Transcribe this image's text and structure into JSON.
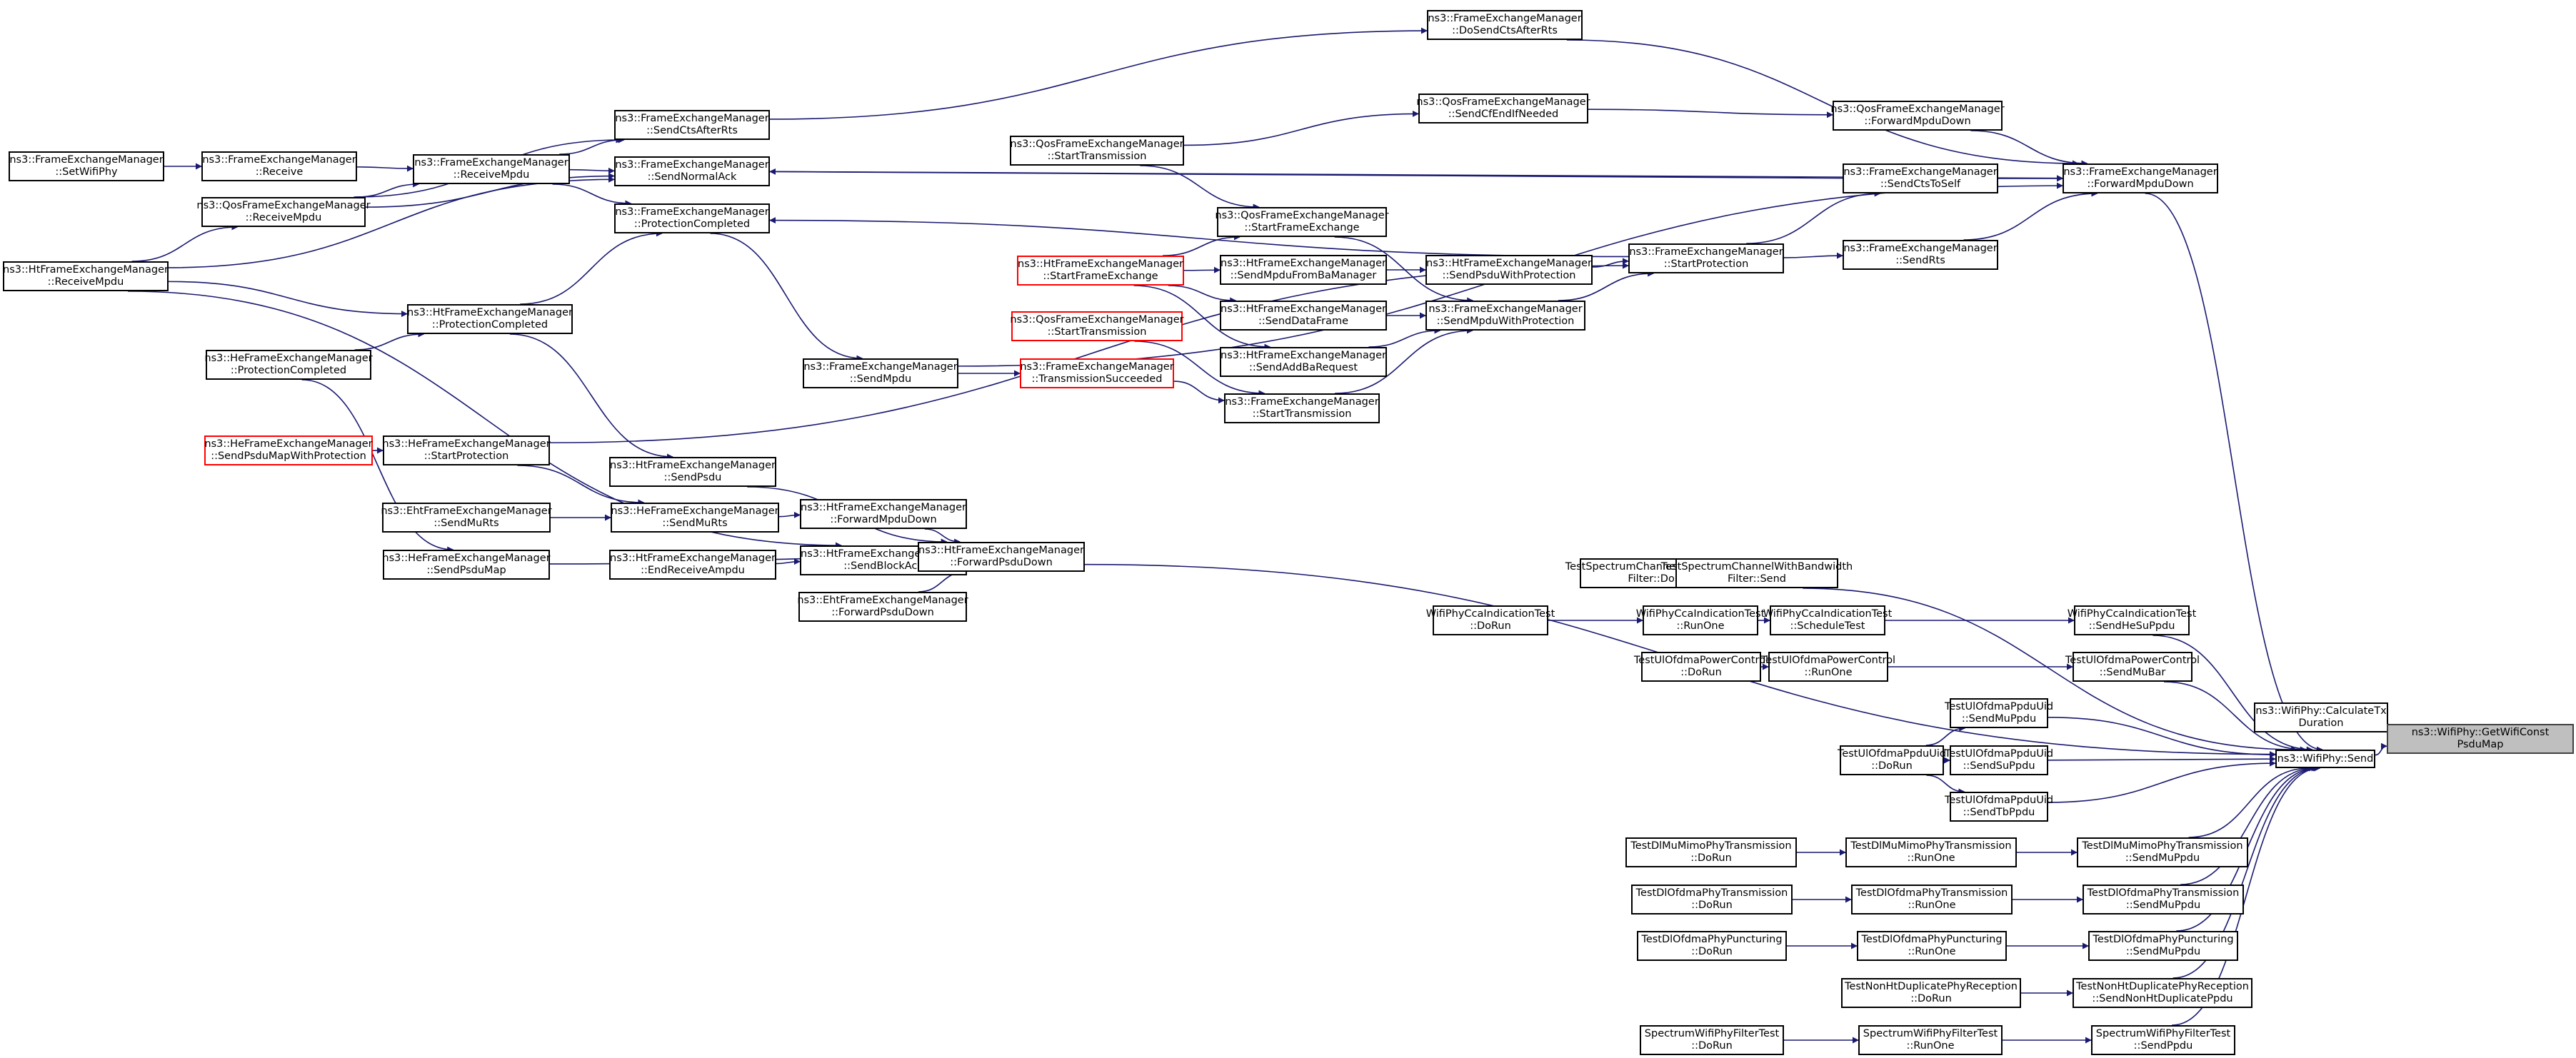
{
  "title": "ns3::WifiPhy::GetWifiConstPsduMap caller graph",
  "colors": {
    "edge": "#191970",
    "node_border": "#000000",
    "highlight_border": "#ff0000",
    "root_fill": "#bfbfbf"
  },
  "nodes": [
    {
      "id": "fem_setwifiphy",
      "l1": "ns3::FrameExchangeManager",
      "l2": "::SetWifiPhy",
      "style": "normal"
    },
    {
      "id": "fem_receive",
      "l1": "ns3::FrameExchangeManager",
      "l2": "::Receive",
      "style": "normal"
    },
    {
      "id": "qos_receivempdu",
      "l1": "ns3::QosFrameExchangeManager",
      "l2": "::ReceiveMpdu",
      "style": "normal"
    },
    {
      "id": "ht_receivempdu",
      "l1": "ns3::HtFrameExchangeManager",
      "l2": "::ReceiveMpdu",
      "style": "normal"
    },
    {
      "id": "fem_receivempdu",
      "l1": "ns3::FrameExchangeManager",
      "l2": "::ReceiveMpdu",
      "style": "normal"
    },
    {
      "id": "fem_sendctsafterrts",
      "l1": "ns3::FrameExchangeManager",
      "l2": "::SendCtsAfterRts",
      "style": "normal"
    },
    {
      "id": "fem_sendnormalack",
      "l1": "ns3::FrameExchangeManager",
      "l2": "::SendNormalAck",
      "style": "normal"
    },
    {
      "id": "fem_protectioncompleted",
      "l1": "ns3::FrameExchangeManager",
      "l2": "::ProtectionCompleted",
      "style": "normal"
    },
    {
      "id": "ht_protectioncompleted",
      "l1": "ns3::HtFrameExchangeManager",
      "l2": "::ProtectionCompleted",
      "style": "normal"
    },
    {
      "id": "he_protectioncompleted",
      "l1": "ns3::HeFrameExchangeManager",
      "l2": "::ProtectionCompleted",
      "style": "normal"
    },
    {
      "id": "he_sendpsdumapwithprotection",
      "l1": "ns3::HeFrameExchangeManager",
      "l2": "::SendPsduMapWithProtection",
      "style": "red"
    },
    {
      "id": "he_startprotection",
      "l1": "ns3::HeFrameExchangeManager",
      "l2": "::StartProtection",
      "style": "normal"
    },
    {
      "id": "eht_sendmurts",
      "l1": "ns3::EhtFrameExchangeManager",
      "l2": "::SendMuRts",
      "style": "normal"
    },
    {
      "id": "he_sendpsdumap",
      "l1": "ns3::HeFrameExchangeManager",
      "l2": "::SendPsduMap",
      "style": "normal"
    },
    {
      "id": "ht_sendpsdu",
      "l1": "ns3::HtFrameExchangeManager",
      "l2": "::SendPsdu",
      "style": "normal"
    },
    {
      "id": "he_sendmurts",
      "l1": "ns3::HeFrameExchangeManager",
      "l2": "::SendMuRts",
      "style": "normal"
    },
    {
      "id": "ht_endreceiveampdu",
      "l1": "ns3::HtFrameExchangeManager",
      "l2": "::EndReceiveAmpdu",
      "style": "normal"
    },
    {
      "id": "fem_sendmpdu",
      "l1": "ns3::FrameExchangeManager",
      "l2": "::SendMpdu",
      "style": "normal"
    },
    {
      "id": "ht_forwardmpdudown",
      "l1": "ns3::HtFrameExchangeManager",
      "l2": "::ForwardMpduDown",
      "style": "normal"
    },
    {
      "id": "ht_sendblockack",
      "l1": "ns3::HtFrameExchangeManager",
      "l2": "::SendBlockAck",
      "style": "normal"
    },
    {
      "id": "eht_forwardpsdudown",
      "l1": "ns3::EhtFrameExchangeManager",
      "l2": "::ForwardPsduDown",
      "style": "normal"
    },
    {
      "id": "ht_forwardpsdudown",
      "l1": "ns3::HtFrameExchangeManager",
      "l2": "::ForwardPsduDown",
      "style": "normal"
    },
    {
      "id": "qos_starttransmission_top",
      "l1": "ns3::QosFrameExchangeManager",
      "l2": "::StartTransmission",
      "style": "normal"
    },
    {
      "id": "ht_startframeexchange",
      "l1": "ns3::HtFrameExchangeManager",
      "l2": "::StartFrameExchange",
      "style": "red"
    },
    {
      "id": "qos_starttransmission_red",
      "l1": "ns3::QosFrameExchangeManager",
      "l2": "::StartTransmission",
      "style": "red"
    },
    {
      "id": "fem_transmissionsucceeded",
      "l1": "ns3::FrameExchangeManager",
      "l2": "::TransmissionSucceeded",
      "style": "red"
    },
    {
      "id": "qos_startframeexchange",
      "l1": "ns3::QosFrameExchangeManager",
      "l2": "::StartFrameExchange",
      "style": "normal"
    },
    {
      "id": "ht_sendmpdufrombamanager",
      "l1": "ns3::HtFrameExchangeManager",
      "l2": "::SendMpduFromBaManager",
      "style": "normal"
    },
    {
      "id": "ht_senddataframe",
      "l1": "ns3::HtFrameExchangeManager",
      "l2": "::SendDataFrame",
      "style": "normal"
    },
    {
      "id": "ht_sendaddbarequest",
      "l1": "ns3::HtFrameExchangeManager",
      "l2": "::SendAddBaRequest",
      "style": "normal"
    },
    {
      "id": "fem_starttransmission",
      "l1": "ns3::FrameExchangeManager",
      "l2": "::StartTransmission",
      "style": "normal"
    },
    {
      "id": "ht_sendpsduwithprotection",
      "l1": "ns3::HtFrameExchangeManager",
      "l2": "::SendPsduWithProtection",
      "style": "normal"
    },
    {
      "id": "fem_sendmpduwithprotection",
      "l1": "ns3::FrameExchangeManager",
      "l2": "::SendMpduWithProtection",
      "style": "normal"
    },
    {
      "id": "fem_dosendctsafterrts",
      "l1": "ns3::FrameExchangeManager",
      "l2": "::DoSendCtsAfterRts",
      "style": "normal"
    },
    {
      "id": "qos_sendcfendifneeded",
      "l1": "ns3::QosFrameExchangeManager",
      "l2": "::SendCfEndIfNeeded",
      "style": "normal"
    },
    {
      "id": "fem_startprotection",
      "l1": "ns3::FrameExchangeManager",
      "l2": "::StartProtection",
      "style": "normal"
    },
    {
      "id": "qos_forwardmpdudown",
      "l1": "ns3::QosFrameExchangeManager",
      "l2": "::ForwardMpduDown",
      "style": "normal"
    },
    {
      "id": "fem_sendctstoself",
      "l1": "ns3::FrameExchangeManager",
      "l2": "::SendCtsToSelf",
      "style": "normal"
    },
    {
      "id": "fem_sendrts",
      "l1": "ns3::FrameExchangeManager",
      "l2": "::SendRts",
      "style": "normal"
    },
    {
      "id": "fem_forwardmpdudown",
      "l1": "ns3::FrameExchangeManager",
      "l2": "::ForwardMpduDown",
      "style": "normal"
    },
    {
      "id": "tscwbf_dorun",
      "l1": "TestSpectrumChannelWithBandwidth",
      "l2": "Filter::DoRun",
      "style": "normal"
    },
    {
      "id": "tscwbf_send",
      "l1": "TestSpectrumChannelWithBandwidth",
      "l2": "Filter::Send",
      "style": "normal"
    },
    {
      "id": "cca_dorun",
      "l1": "WifiPhyCcaIndicationTest",
      "l2": "::DoRun",
      "style": "normal"
    },
    {
      "id": "cca_runone",
      "l1": "WifiPhyCcaIndicationTest",
      "l2": "::RunOne",
      "style": "normal"
    },
    {
      "id": "cca_scheduletest",
      "l1": "WifiPhyCcaIndicationTest",
      "l2": "::ScheduleTest",
      "style": "normal"
    },
    {
      "id": "cca_sendhesuppdu",
      "l1": "WifiPhyCcaIndicationTest",
      "l2": "::SendHeSuPpdu",
      "style": "normal"
    },
    {
      "id": "ulpc_dorun",
      "l1": "TestUlOfdmaPowerControl",
      "l2": "::DoRun",
      "style": "normal"
    },
    {
      "id": "ulpc_runone",
      "l1": "TestUlOfdmaPowerControl",
      "l2": "::RunOne",
      "style": "normal"
    },
    {
      "id": "ulpc_sendmubar",
      "l1": "TestUlOfdmaPowerControl",
      "l2": "::SendMuBar",
      "style": "normal"
    },
    {
      "id": "ulpu_dorun",
      "l1": "TestUlOfdmaPpduUid",
      "l2": "::DoRun",
      "style": "normal"
    },
    {
      "id": "ulpu_sendmuppdu",
      "l1": "TestUlOfdmaPpduUid",
      "l2": "::SendMuPpdu",
      "style": "normal"
    },
    {
      "id": "ulpu_sendsuppdu",
      "l1": "TestUlOfdmaPpduUid",
      "l2": "::SendSuPpdu",
      "style": "normal"
    },
    {
      "id": "ulpu_sendtbppdu",
      "l1": "TestUlOfdmaPpduUid",
      "l2": "::SendTbPpdu",
      "style": "normal"
    },
    {
      "id": "wifiphy_calctxduration",
      "l1": "ns3::WifiPhy::CalculateTx",
      "l2": "Duration",
      "style": "normal"
    },
    {
      "id": "wifiphy_send",
      "l1": "ns3::WifiPhy::Send",
      "l2": "",
      "style": "normal"
    },
    {
      "id": "root",
      "l1": "ns3::WifiPhy::GetWifiConst",
      "l2": "PsduMap",
      "style": "root"
    },
    {
      "id": "dlmimo_dorun",
      "l1": "TestDlMuMimoPhyTransmission",
      "l2": "::DoRun",
      "style": "normal"
    },
    {
      "id": "dlmimo_runone",
      "l1": "TestDlMuMimoPhyTransmission",
      "l2": "::RunOne",
      "style": "normal"
    },
    {
      "id": "dlmimo_sendmuppdu",
      "l1": "TestDlMuMimoPhyTransmission",
      "l2": "::SendMuPpdu",
      "style": "normal"
    },
    {
      "id": "dlofdma_dorun",
      "l1": "TestDlOfdmaPhyTransmission",
      "l2": "::DoRun",
      "style": "normal"
    },
    {
      "id": "dlofdma_runone",
      "l1": "TestDlOfdmaPhyTransmission",
      "l2": "::RunOne",
      "style": "normal"
    },
    {
      "id": "dlofdma_sendmuppdu",
      "l1": "TestDlOfdmaPhyTransmission",
      "l2": "::SendMuPpdu",
      "style": "normal"
    },
    {
      "id": "dlpunct_dorun",
      "l1": "TestDlOfdmaPhyPuncturing",
      "l2": "::DoRun",
      "style": "normal"
    },
    {
      "id": "dlpunct_runone",
      "l1": "TestDlOfdmaPhyPuncturing",
      "l2": "::RunOne",
      "style": "normal"
    },
    {
      "id": "dlpunct_sendmuppdu",
      "l1": "TestDlOfdmaPhyPuncturing",
      "l2": "::SendMuPpdu",
      "style": "normal"
    },
    {
      "id": "nonht_dorun",
      "l1": "TestNonHtDuplicatePhyReception",
      "l2": "::DoRun",
      "style": "normal"
    },
    {
      "id": "nonht_sendppdu",
      "l1": "TestNonHtDuplicatePhyReception",
      "l2": "::SendNonHtDuplicatePpdu",
      "style": "normal"
    },
    {
      "id": "swpft_dorun",
      "l1": "SpectrumWifiPhyFilterTest",
      "l2": "::DoRun",
      "style": "normal"
    },
    {
      "id": "swpft_runone",
      "l1": "SpectrumWifiPhyFilterTest",
      "l2": "::RunOne",
      "style": "normal"
    },
    {
      "id": "swpft_sendppdu",
      "l1": "SpectrumWifiPhyFilterTest",
      "l2": "::SendPpdu",
      "style": "normal"
    }
  ],
  "edges": [
    [
      "fem_setwifiphy",
      "fem_receive"
    ],
    [
      "fem_receive",
      "fem_receivempdu"
    ],
    [
      "qos_receivempdu",
      "fem_receivempdu"
    ],
    [
      "ht_receivempdu",
      "qos_receivempdu"
    ],
    [
      "ht_receivempdu",
      "fem_sendnormalack"
    ],
    [
      "ht_receivempdu",
      "ht_protectioncompleted"
    ],
    [
      "fem_receivempdu",
      "fem_sendctsafterrts"
    ],
    [
      "fem_receivempdu",
      "fem_sendnormalack"
    ],
    [
      "fem_receivempdu",
      "fem_protectioncompleted"
    ],
    [
      "qos_receivempdu",
      "fem_sendctsafterrts"
    ],
    [
      "qos_receivempdu",
      "fem_sendnormalack"
    ],
    [
      "fem_sendctsafterrts",
      "fem_dosendctsafterrts"
    ],
    [
      "fem_sendnormalack",
      "fem_forwardmpdudown"
    ],
    [
      "ht_protectioncompleted",
      "fem_protectioncompleted"
    ],
    [
      "he_protectioncompleted",
      "ht_protectioncompleted"
    ],
    [
      "fem_protectioncompleted",
      "fem_sendmpdu"
    ],
    [
      "ht_protectioncompleted",
      "ht_sendpsdu"
    ],
    [
      "he_protectioncompleted",
      "he_sendpsdumap"
    ],
    [
      "he_sendpsdumapwithprotection",
      "he_startprotection"
    ],
    [
      "he_startprotection",
      "fem_startprotection"
    ],
    [
      "he_startprotection",
      "he_sendmurts"
    ],
    [
      "eht_sendmurts",
      "he_sendmurts"
    ],
    [
      "ht_sendpsdu",
      "ht_forwardpsdudown"
    ],
    [
      "he_sendmurts",
      "ht_forwardmpdudown"
    ],
    [
      "ht_forwardmpdudown",
      "ht_forwardpsdudown"
    ],
    [
      "ht_endreceiveampdu",
      "ht_sendblockack"
    ],
    [
      "ht_receivempdu",
      "ht_sendblockack"
    ],
    [
      "ht_sendblockack",
      "ht_forwardpsdudown"
    ],
    [
      "eht_forwardpsdudown",
      "ht_forwardpsdudown"
    ],
    [
      "he_sendpsdumap",
      "ht_forwardpsdudown"
    ],
    [
      "fem_sendmpdu",
      "fem_transmissionsucceeded"
    ],
    [
      "fem_sendmpdu",
      "fem_forwardmpdudown"
    ],
    [
      "fem_transmissionsucceeded",
      "fem_starttransmission"
    ],
    [
      "qos_starttransmission_red",
      "fem_starttransmission"
    ],
    [
      "qos_starttransmission_top",
      "qos_sendcfendifneeded"
    ],
    [
      "qos_starttransmission_top",
      "qos_startframeexchange"
    ],
    [
      "ht_startframeexchange",
      "qos_startframeexchange"
    ],
    [
      "ht_startframeexchange",
      "ht_sendmpdufrombamanager"
    ],
    [
      "ht_startframeexchange",
      "ht_senddataframe"
    ],
    [
      "ht_startframeexchange",
      "ht_sendaddbarequest"
    ],
    [
      "qos_startframeexchange",
      "fem_sendmpduwithprotection"
    ],
    [
      "ht_sendmpdufrombamanager",
      "ht_sendpsduwithprotection"
    ],
    [
      "ht_senddataframe",
      "fem_sendmpduwithprotection"
    ],
    [
      "ht_sendaddbarequest",
      "fem_sendmpduwithprotection"
    ],
    [
      "fem_starttransmission",
      "fem_sendmpduwithprotection"
    ],
    [
      "ht_sendpsduwithprotection",
      "fem_startprotection"
    ],
    [
      "fem_sendmpduwithprotection",
      "fem_startprotection"
    ],
    [
      "fem_startprotection",
      "fem_protectioncompleted"
    ],
    [
      "fem_startprotection",
      "fem_sendctstoself"
    ],
    [
      "fem_startprotection",
      "fem_sendrts"
    ],
    [
      "qos_sendcfendifneeded",
      "qos_forwardmpdudown"
    ],
    [
      "qos_forwardmpdudown",
      "fem_forwardmpdudown"
    ],
    [
      "fem_sendctstoself",
      "fem_forwardmpdudown"
    ],
    [
      "fem_sendrts",
      "fem_forwardmpdudown"
    ],
    [
      "fem_dosendctsafterrts",
      "fem_forwardmpdudown"
    ],
    [
      "fem_sendctstoself",
      "fem_sendnormalack"
    ],
    [
      "fem_forwardmpdudown",
      "wifiphy_send"
    ],
    [
      "ht_forwardpsdudown",
      "wifiphy_send"
    ],
    [
      "tscwbf_dorun",
      "tscwbf_send"
    ],
    [
      "tscwbf_send",
      "wifiphy_send"
    ],
    [
      "cca_dorun",
      "cca_runone"
    ],
    [
      "cca_runone",
      "cca_scheduletest"
    ],
    [
      "cca_scheduletest",
      "cca_sendhesuppdu"
    ],
    [
      "cca_sendhesuppdu",
      "wifiphy_send"
    ],
    [
      "ulpc_dorun",
      "ulpc_runone"
    ],
    [
      "ulpc_runone",
      "ulpc_sendmubar"
    ],
    [
      "ulpc_sendmubar",
      "wifiphy_send"
    ],
    [
      "ulpu_dorun",
      "ulpu_sendmuppdu"
    ],
    [
      "ulpu_dorun",
      "ulpu_sendsuppdu"
    ],
    [
      "ulpu_dorun",
      "ulpu_sendtbppdu"
    ],
    [
      "ulpu_sendmuppdu",
      "wifiphy_send"
    ],
    [
      "ulpu_sendsuppdu",
      "wifiphy_send"
    ],
    [
      "ulpu_sendtbppdu",
      "wifiphy_send"
    ],
    [
      "dlmimo_dorun",
      "dlmimo_runone"
    ],
    [
      "dlmimo_runone",
      "dlmimo_sendmuppdu"
    ],
    [
      "dlmimo_sendmuppdu",
      "wifiphy_send"
    ],
    [
      "dlofdma_dorun",
      "dlofdma_runone"
    ],
    [
      "dlofdma_runone",
      "dlofdma_sendmuppdu"
    ],
    [
      "dlofdma_sendmuppdu",
      "wifiphy_send"
    ],
    [
      "dlpunct_dorun",
      "dlpunct_runone"
    ],
    [
      "dlpunct_runone",
      "dlpunct_sendmuppdu"
    ],
    [
      "dlpunct_sendmuppdu",
      "wifiphy_send"
    ],
    [
      "nonht_dorun",
      "nonht_sendppdu"
    ],
    [
      "nonht_sendppdu",
      "wifiphy_send"
    ],
    [
      "swpft_dorun",
      "swpft_runone"
    ],
    [
      "swpft_runone",
      "swpft_sendppdu"
    ],
    [
      "swpft_sendppdu",
      "wifiphy_send"
    ],
    [
      "wifiphy_calctxduration",
      "root"
    ],
    [
      "wifiphy_send",
      "root"
    ]
  ]
}
